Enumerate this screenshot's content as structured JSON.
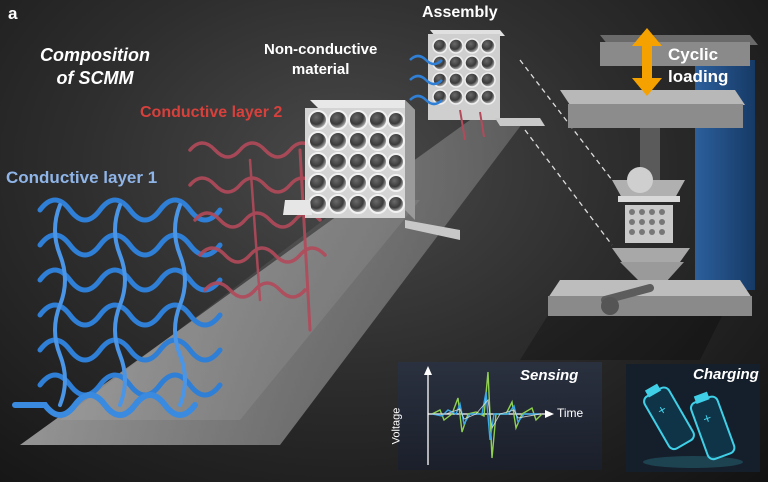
{
  "panel_letter": "a",
  "composition": {
    "line1": "Composition",
    "line2": "of SCMM"
  },
  "labels": {
    "conductive_layer_1": "Conductive layer 1",
    "conductive_layer_2": "Conductive layer 2",
    "non_conductive_line1": "Non-conductive",
    "non_conductive_line2": "material",
    "assembly": "Assembly",
    "cyclic_line1": "Cyclic",
    "cyclic_line2": "loading"
  },
  "insets": {
    "sensing": {
      "title": "Sensing",
      "x_axis": "Time",
      "y_axis": "Voltage"
    },
    "charging": {
      "title": "Charging"
    }
  },
  "colors": {
    "layer1_blue": "#2f7fd6",
    "layer2_red": "#b24a5a",
    "arrow_orange": "#f5a100",
    "press_blue": "#1e4d85",
    "signal_green": "#8fd14f"
  },
  "icons": [
    "double-arrow-icon",
    "battery-icon"
  ]
}
